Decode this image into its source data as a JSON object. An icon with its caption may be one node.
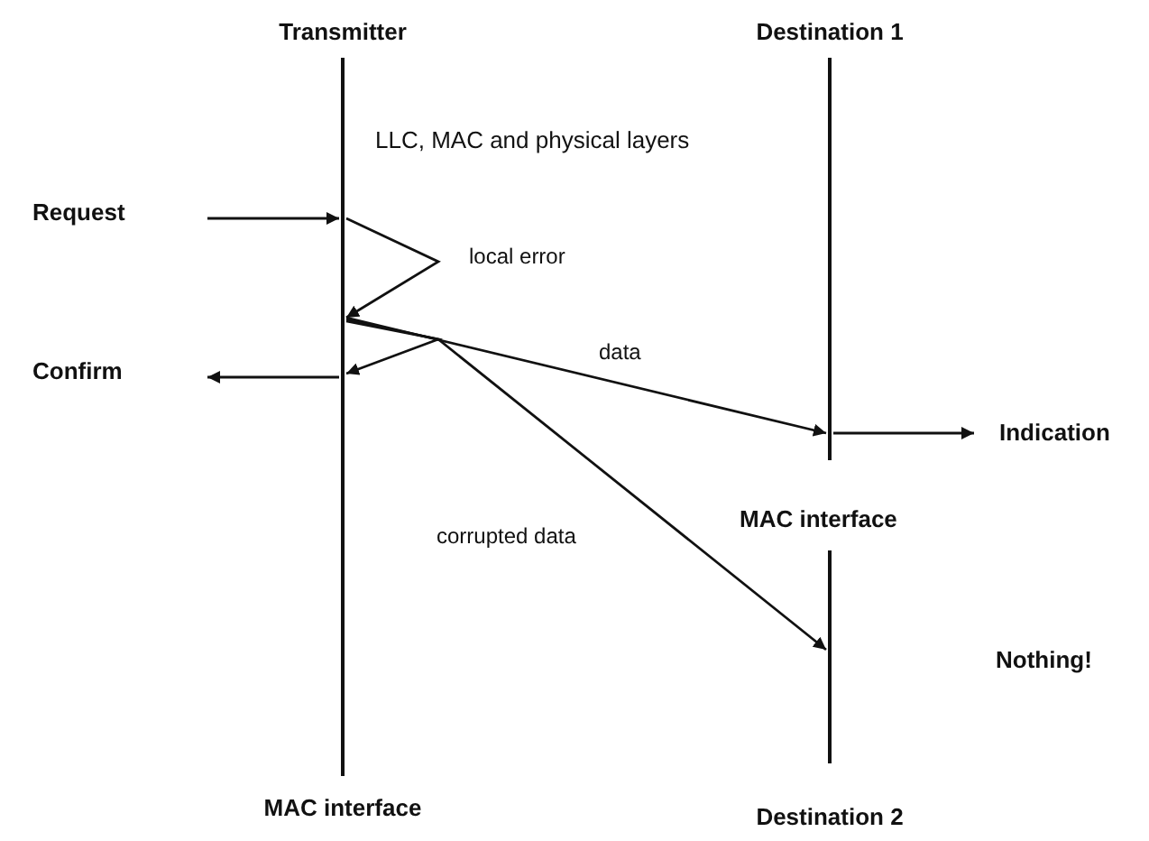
{
  "diagram": {
    "nodes": [
      {
        "text": [
          "Transmitter"
        ],
        "beside": [
          "MAC interface"
        ]
      },
      {
        "text": [
          "Destination 1"
        ]
      },
      {
        "text": [
          "Destination 2"
        ]
      },
      {
        "text": [
          "Request"
        ]
      },
      {
        "text": [
          "Confirm"
        ]
      },
      {
        "text": [
          "Indication"
        ]
      }
    ],
    "edges": [
      {
        "from": 3,
        "to": 0,
        "arrow": "to"
      },
      {
        "from": 0,
        "to": 0,
        "label": "local error",
        "arrow": "to"
      },
      {
        "from": 0,
        "to": 1,
        "label": "data",
        "arrow": "to"
      },
      {
        "from": 0,
        "to": 2,
        "label": "corrupted data",
        "arrow": "to"
      },
      {
        "from": 0,
        "to": 0,
        "arrow": "to"
      },
      {
        "from": 0,
        "to": 4,
        "arrow": "to"
      },
      {
        "from": 1,
        "to": 5,
        "arrow": "to"
      }
    ],
    "labels": [
      "LLC, MAC and physical layers",
      "MAC interface",
      "Nothing!"
    ]
  }
}
